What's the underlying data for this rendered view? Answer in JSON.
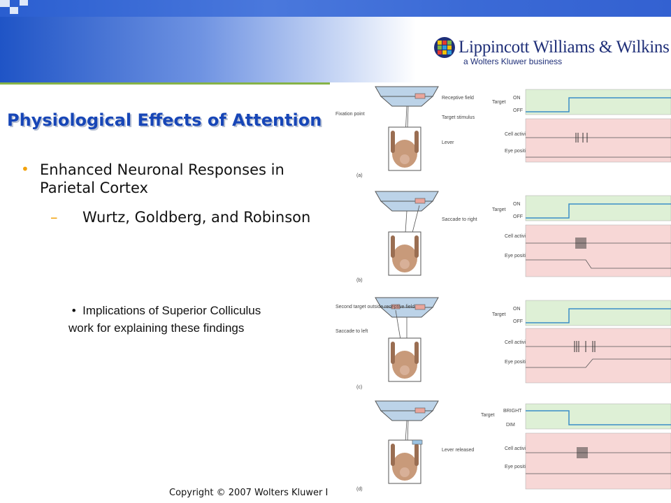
{
  "header": {
    "logo_name": "Lippincott Williams & Wilkins",
    "logo_sub": "a Wolters Kluwer business"
  },
  "slide": {
    "title": "Physiological Effects of Attention",
    "bullet_1": "Enhanced Neuronal Responses in Parietal Cortex",
    "bullet_1_sub": "Wurtz, Goldberg, and Robinson",
    "note_bullet": "•",
    "note": "Implications of Superior Colliculus work for explaining these findings",
    "copyright": "Copyright © 2007 Wolters Kluwer I"
  },
  "figure": {
    "labels": {
      "receptive_field": "Receptive field",
      "target_stimulus": "Target stimulus",
      "fixation_point": "Fixation point",
      "lever": "Lever",
      "saccade_right": "Saccade to right",
      "second_target": "Second target outside receptive field",
      "saccade_left": "Saccade to left",
      "lever_released": "Lever released",
      "target": "Target",
      "on": "ON",
      "off": "OFF",
      "bright": "BRIGHT",
      "dim": "DIM",
      "cell_activity": "Cell activity",
      "eye_position": "Eye position"
    },
    "panels": [
      "(a)",
      "(b)",
      "(c)",
      "(d)"
    ],
    "colors": {
      "target_bg": "#def0d6",
      "activity_bg": "#f7d7d6",
      "trace": "#3a8ec7",
      "screen": "#bcd3e8",
      "skin": "#c89a7a"
    }
  }
}
